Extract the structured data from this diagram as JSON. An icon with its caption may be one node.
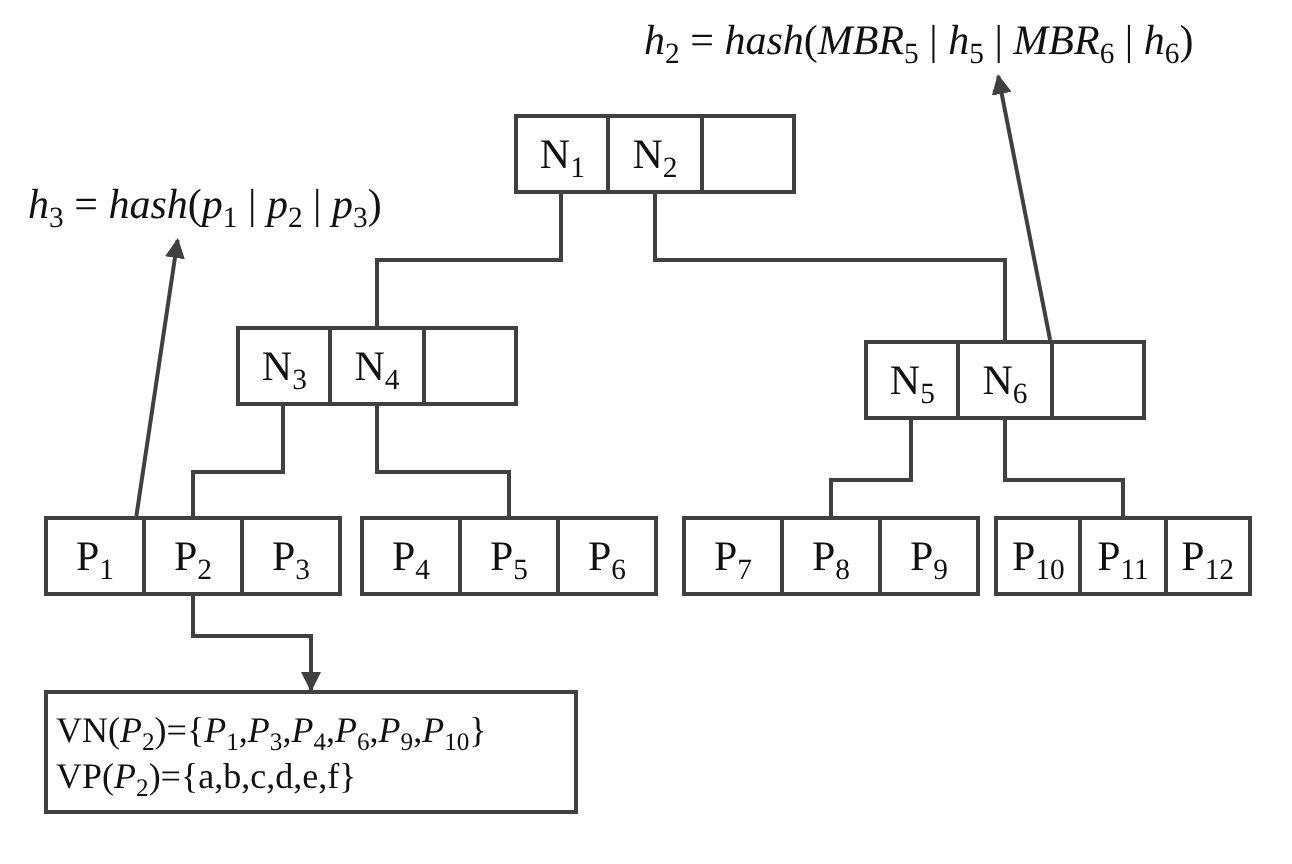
{
  "diagram": {
    "nodes": [
      {
        "text": [
          "*h*$_{2}$ = *hash*(*MBR*$_{5}$ | *h*$_{5}$ | *MBR*$_{6}$ | *h*$_{6}$)"
        ]
      },
      {
        "text": [],
        "shape": "box"
      },
      {
        "text": [
          "N$_{1}$"
        ],
        "in": 1
      },
      {
        "text": [
          "N$_{2}$"
        ],
        "in": 1
      },
      {
        "text": [],
        "shape": "box",
        "in": 1
      },
      {
        "text": [
          "*h*$_{3}$ = *hash*(*p*$_{1}$ | *p*$_{2}$ | *p*$_{3}$)"
        ]
      },
      {
        "text": [],
        "shape": "box"
      },
      {
        "text": [
          "N$_{3}$"
        ],
        "in": 6
      },
      {
        "text": [
          "N$_{4}$"
        ],
        "in": 6
      },
      {
        "text": [],
        "shape": "box",
        "in": 6
      },
      {
        "text": [],
        "shape": "box"
      },
      {
        "text": [
          "N$_{5}$"
        ],
        "in": 10
      },
      {
        "text": [
          "N$_{6}$"
        ],
        "in": 10
      },
      {
        "text": [],
        "shape": "box",
        "in": 10
      },
      {
        "text": [],
        "shape": "box"
      },
      {
        "text": [
          "P$_{1}$"
        ],
        "in": 14
      },
      {
        "text": [
          "P$_{2}$"
        ],
        "in": 14
      },
      {
        "text": [
          "P$_{3}$"
        ],
        "in": 14
      },
      {
        "text": [],
        "shape": "box"
      },
      {
        "text": [
          "P$_{4}$"
        ],
        "in": 18
      },
      {
        "text": [
          "P$_{5}$"
        ],
        "in": 18
      },
      {
        "text": [
          "P$_{6}$"
        ],
        "in": 18
      },
      {
        "text": [],
        "shape": "box"
      },
      {
        "text": [
          "P$_{7}$"
        ],
        "in": 22
      },
      {
        "text": [
          "P$_{8}$"
        ],
        "in": 22
      },
      {
        "text": [
          "P$_{9}$"
        ],
        "in": 22
      },
      {
        "text": [],
        "shape": "box"
      },
      {
        "text": [
          "P$_{10}$"
        ],
        "in": 26
      },
      {
        "text": [
          "P$_{11}$"
        ],
        "in": 26
      },
      {
        "text": [
          "P$_{12}$"
        ],
        "in": 26
      },
      {
        "text": [
          "VN(*P*$_{2}$)={*P*$_{1}$,*P*$_{3}$,*P*$_{4}$,*P*$_{6}$,*P*$_{9}$,*P*$_{10}$}",
          "VP(*P*$_{2}$)={a,b,c,d,e,f}"
        ]
      }
    ],
    "edges": [
      {
        "from": 2,
        "to": 6,
        "arrow": "none"
      },
      {
        "from": 3,
        "to": 10,
        "arrow": "none"
      },
      {
        "from": 7,
        "to": 14,
        "arrow": "none"
      },
      {
        "from": 8,
        "to": 18,
        "arrow": "none"
      },
      {
        "from": 11,
        "to": 22,
        "arrow": "none"
      },
      {
        "from": 12,
        "to": 26,
        "arrow": "none"
      },
      {
        "from": 16,
        "to": 30,
        "arrow": "to"
      },
      {
        "from": 14,
        "to": 5,
        "arrow": "to"
      },
      {
        "from": 10,
        "to": 0,
        "arrow": "to"
      }
    ]
  }
}
